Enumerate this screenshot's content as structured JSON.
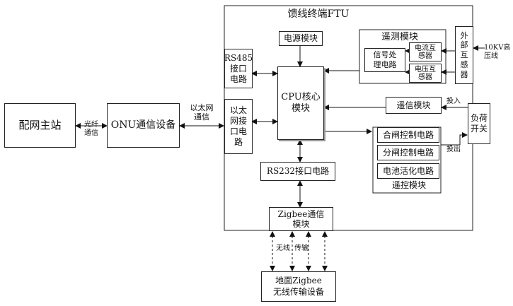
{
  "diagram": {
    "ftu_title": "馈线终端FTU",
    "main_station": "配网主站",
    "fiber_label_1": "光纤",
    "fiber_label_2": "通信",
    "onu": "ONU通信设备",
    "ethernet_label_1": "以太网",
    "ethernet_label_2": "通信",
    "power_module": "电源模块",
    "rs485_1": "RS485",
    "rs485_2": "接口",
    "rs485_3": "电路",
    "ethernet_if_1": "以太",
    "ethernet_if_2": "网接",
    "ethernet_if_3": "口电",
    "ethernet_if_4": "路",
    "cpu_1": "CPU核心",
    "cpu_2": "模块",
    "telemetry_title": "遥测模块",
    "signal_proc_1": "信号处",
    "signal_proc_2": "理电路",
    "ct_1": "电流互",
    "ct_2": "感器",
    "vt_1": "电压互",
    "vt_2": "感器",
    "ext_1": "外",
    "ext_2": "部",
    "ext_3": "互",
    "ext_4": "感",
    "ext_5": "器",
    "hv_1": "10KV高",
    "hv_2": "压线",
    "telesignal": "遥信模块",
    "input_label": "投入",
    "output_label": "投出",
    "load_switch_1": "负荷",
    "load_switch_2": "开关",
    "close_ctrl": "合闸控制电路",
    "open_ctrl": "分闸控制电路",
    "battery": "电池活化电路",
    "remote_ctrl_title": "遥控模块",
    "rs232": "RS232接口电路",
    "zigbee_1": "Zigbee通信",
    "zigbee_2": "模块",
    "wireless": "无线",
    "transmit": "传输",
    "ground_1": "地面Zigbee",
    "ground_2": "无线传输设备"
  }
}
